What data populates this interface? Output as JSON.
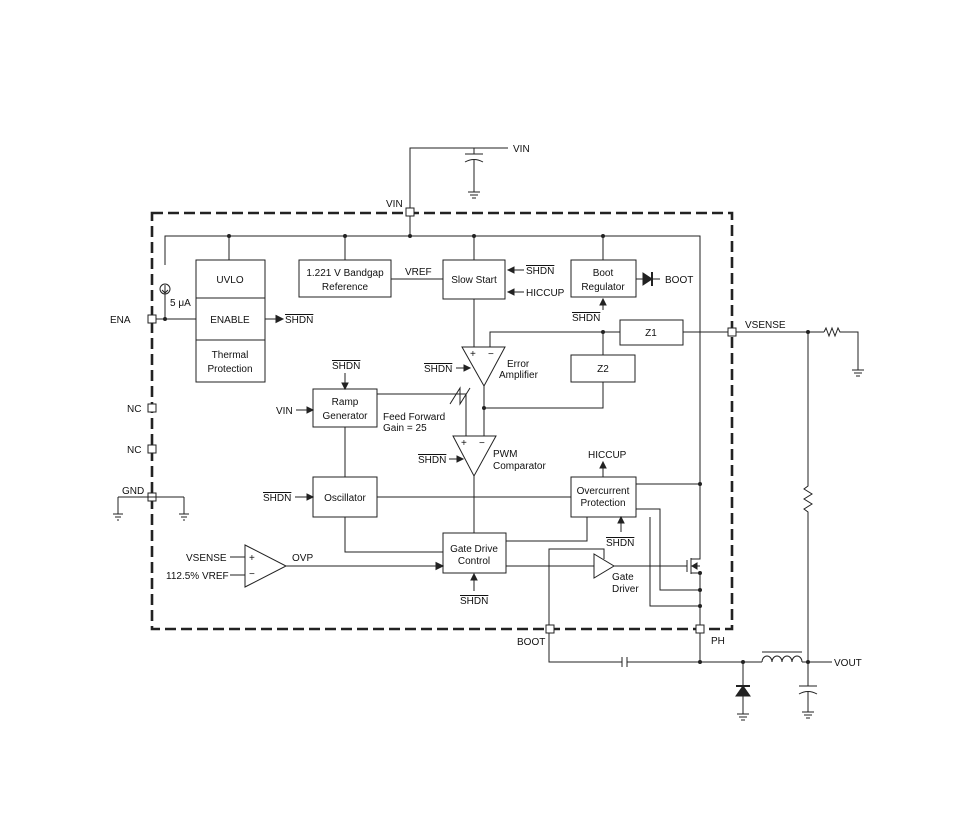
{
  "pins": {
    "vin": "VIN",
    "ena": "ENA",
    "nc1": "NC",
    "nc2": "NC",
    "gnd": "GND",
    "boot": "BOOT",
    "ph": "PH",
    "vsense": "VSENSE"
  },
  "external": {
    "vin": "VIN",
    "vout": "VOUT"
  },
  "blocks": {
    "uvlo": "UVLO",
    "enable": "ENABLE",
    "thermal_1": "Thermal",
    "thermal_2": "Protection",
    "bandgap_1": "1.221 V Bandgap",
    "bandgap_2": "Reference",
    "slow_start": "Slow Start",
    "boot_reg_1": "Boot",
    "boot_reg_2": "Regulator",
    "z1": "Z1",
    "z2": "Z2",
    "ramp_1": "Ramp",
    "ramp_2": "Generator",
    "oscillator": "Oscillator",
    "overcurrent_1": "Overcurrent",
    "overcurrent_2": "Protection",
    "gate_drive_1": "Gate Drive",
    "gate_drive_2": "Control"
  },
  "labels": {
    "shdn": "SHDN",
    "vref": "VREF",
    "hiccup": "HICCUP",
    "boot": "BOOT",
    "current_source": "5 μA",
    "error_amp_1": "Error",
    "error_amp_2": "Amplifier",
    "pwm_1": "PWM",
    "pwm_2": "Comparator",
    "ff_1": "Feed Forward",
    "ff_2": "Gain = 25",
    "vin_ramp": "VIN",
    "vsense_ovp": "VSENSE",
    "vref_ovp": "112.5% VREF",
    "ovp": "OVP",
    "gate_driver_1": "Gate",
    "gate_driver_2": "Driver",
    "plus": "+",
    "minus": "−"
  }
}
